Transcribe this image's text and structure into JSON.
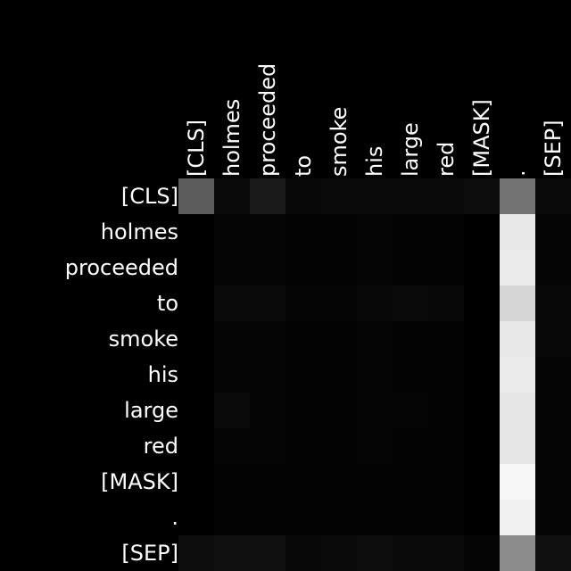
{
  "chart_data": {
    "type": "heatmap",
    "title": "",
    "xlabel": "",
    "ylabel": "",
    "x_tokens": [
      "[CLS]",
      "holmes",
      "proceeded",
      "to",
      "smoke",
      "his",
      "large",
      "red",
      "[MASK]",
      ".",
      "[SEP]"
    ],
    "y_tokens": [
      "[CLS]",
      "holmes",
      "proceeded",
      "to",
      "smoke",
      "his",
      "large",
      "red",
      "[MASK]",
      ".",
      "[SEP]"
    ],
    "colormap": "grayscale",
    "value_range": [
      0,
      1
    ],
    "values": [
      [
        0.36,
        0.04,
        0.1,
        0.03,
        0.04,
        0.04,
        0.04,
        0.04,
        0.05,
        0.45,
        0.04
      ],
      [
        0.0,
        0.02,
        0.02,
        0.01,
        0.01,
        0.02,
        0.01,
        0.01,
        0.0,
        0.91,
        0.02
      ],
      [
        0.0,
        0.02,
        0.02,
        0.01,
        0.01,
        0.02,
        0.01,
        0.01,
        0.0,
        0.92,
        0.02
      ],
      [
        0.0,
        0.04,
        0.04,
        0.02,
        0.02,
        0.03,
        0.04,
        0.03,
        0.0,
        0.84,
        0.03
      ],
      [
        0.0,
        0.02,
        0.02,
        0.01,
        0.01,
        0.02,
        0.01,
        0.01,
        0.0,
        0.91,
        0.03
      ],
      [
        0.0,
        0.02,
        0.02,
        0.01,
        0.01,
        0.02,
        0.01,
        0.01,
        0.0,
        0.92,
        0.02
      ],
      [
        0.0,
        0.04,
        0.02,
        0.01,
        0.01,
        0.02,
        0.02,
        0.01,
        0.0,
        0.9,
        0.02
      ],
      [
        0.0,
        0.02,
        0.02,
        0.01,
        0.01,
        0.02,
        0.01,
        0.01,
        0.0,
        0.9,
        0.02
      ],
      [
        0.0,
        0.01,
        0.01,
        0.01,
        0.01,
        0.01,
        0.01,
        0.01,
        0.0,
        0.97,
        0.02
      ],
      [
        0.0,
        0.01,
        0.01,
        0.01,
        0.01,
        0.01,
        0.01,
        0.01,
        0.0,
        0.94,
        0.02
      ],
      [
        0.05,
        0.06,
        0.06,
        0.03,
        0.04,
        0.05,
        0.04,
        0.04,
        0.02,
        0.55,
        0.06
      ]
    ]
  }
}
